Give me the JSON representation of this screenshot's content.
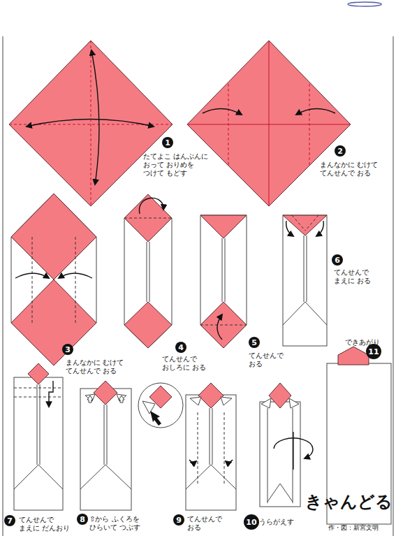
{
  "diagram": {
    "title": "きゃんどる",
    "nodes": [
      {
        "text": [
          "1"
        ]
      },
      {
        "text": [
          "2"
        ]
      },
      {
        "text": [
          "3"
        ]
      },
      {
        "text": [
          "4"
        ]
      },
      {
        "text": [
          "5"
        ]
      },
      {
        "text": [
          "6"
        ]
      },
      {
        "text": [
          "7"
        ]
      },
      {
        "text": [
          "8"
        ]
      },
      {
        "text": [
          "9"
        ]
      },
      {
        "text": [
          "10"
        ]
      },
      {
        "text": [
          "11"
        ]
      }
    ],
    "labels": [
      "たてよこ はんぶんに おって おりめを つけて もどす",
      "まんなかに むけて てんせんで おる",
      "まんなかに むけて てんせんで おる",
      "てんせんで おしろに おる",
      "てんせんで おる",
      "てんせんで まえに おる",
      "てんせんで まえに だんおり",
      "⇧から ふくろを ひらいて つぶす",
      "てんせんで おる",
      "うらがえす",
      "できあがり",
      "作・図：新宮文明"
    ]
  }
}
